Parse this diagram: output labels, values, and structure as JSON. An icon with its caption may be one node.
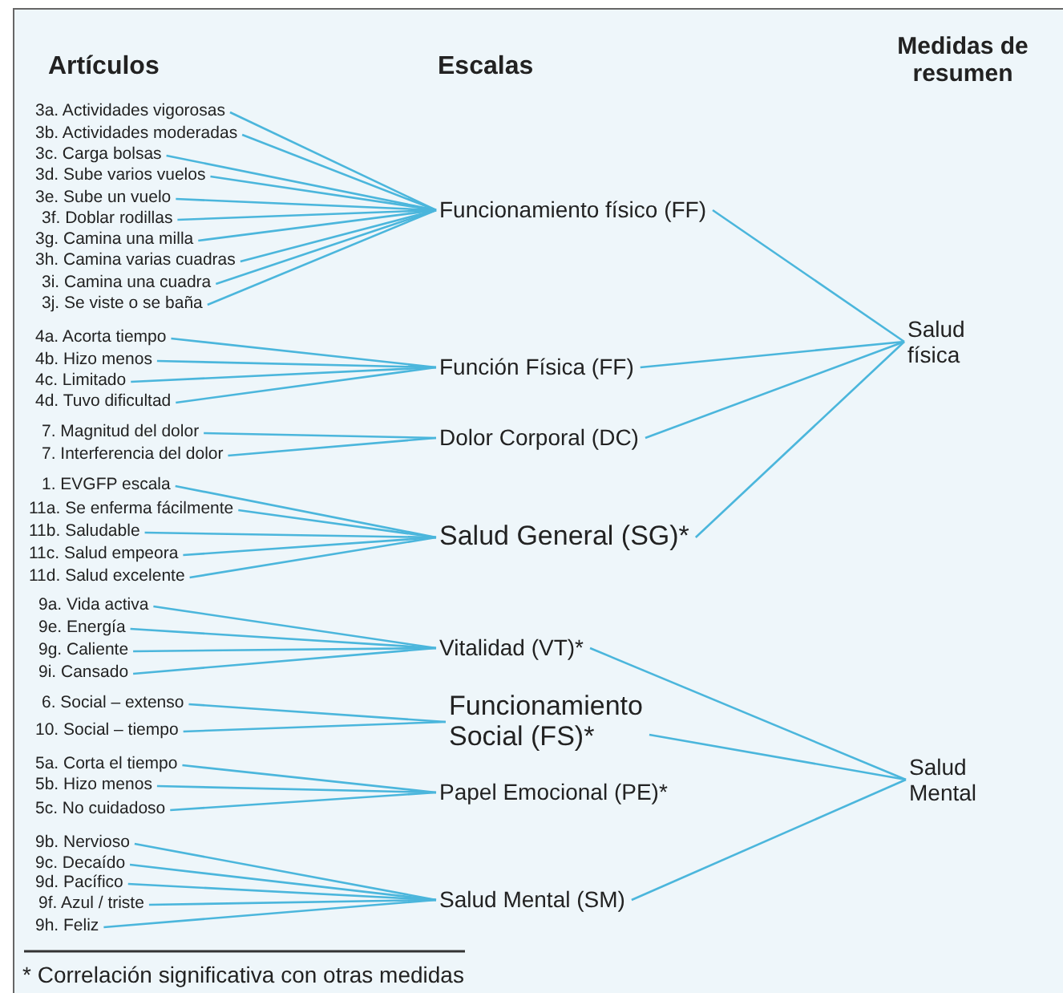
{
  "diagram": {
    "nodes": [
      {
        "text": [
          "3a. Actividades vigorosas"
        ]
      },
      {
        "text": [
          "3b. Actividades moderadas"
        ]
      },
      {
        "text": [
          "3c. Carga bolsas"
        ]
      },
      {
        "text": [
          "3d. Sube varios vuelos"
        ]
      },
      {
        "text": [
          "3e. Sube un vuelo"
        ]
      },
      {
        "text": [
          "3f. Doblar rodillas"
        ]
      },
      {
        "text": [
          "3g. Camina una milla"
        ]
      },
      {
        "text": [
          "3h. Camina varias cuadras"
        ]
      },
      {
        "text": [
          "3i. Camina una cuadra"
        ]
      },
      {
        "text": [
          "3j. Se viste o se baña"
        ]
      },
      {
        "text": [
          "4a. Acorta tiempo"
        ]
      },
      {
        "text": [
          "4b. Hizo menos"
        ]
      },
      {
        "text": [
          "4c. Limitado"
        ]
      },
      {
        "text": [
          "4d. Tuvo dificultad"
        ]
      },
      {
        "text": [
          "7. Magnitud del dolor"
        ]
      },
      {
        "text": [
          "7. Interferencia del dolor"
        ]
      },
      {
        "text": [
          "1. EVGFP escala"
        ]
      },
      {
        "text": [
          "11a. Se enferma fácilmente"
        ]
      },
      {
        "text": [
          "11b. Saludable"
        ]
      },
      {
        "text": [
          "11c. Salud empeora"
        ]
      },
      {
        "text": [
          "11d. Salud excelente"
        ]
      },
      {
        "text": [
          "9a. Vida activa"
        ]
      },
      {
        "text": [
          "9e. Energía"
        ]
      },
      {
        "text": [
          "9g. Caliente"
        ]
      },
      {
        "text": [
          "9i. Cansado"
        ]
      },
      {
        "text": [
          "6. Social – extenso"
        ]
      },
      {
        "text": [
          "10. Social – tiempo"
        ]
      },
      {
        "text": [
          "5a. Corta el tiempo"
        ]
      },
      {
        "text": [
          "5b. Hizo menos"
        ]
      },
      {
        "text": [
          "5c. No cuidadoso"
        ]
      },
      {
        "text": [
          "9b. Nervioso"
        ]
      },
      {
        "text": [
          "9c. Decaído"
        ]
      },
      {
        "text": [
          "9d. Pacífico"
        ]
      },
      {
        "text": [
          "9f. Azul / triste"
        ]
      },
      {
        "text": [
          "9h. Feliz"
        ]
      },
      {
        "text": [
          "Funcionamiento físico (FF)"
        ]
      },
      {
        "text": [
          "Función Física (FF)"
        ]
      },
      {
        "text": [
          "Dolor Corporal (DC)"
        ]
      },
      {
        "text": [
          "Salud General (SG)*"
        ]
      },
      {
        "text": [
          "Vitalidad (VT)*"
        ]
      },
      {
        "text": [
          "Funcionamiento Social (FS)*"
        ]
      },
      {
        "text": [
          "Papel Emocional (PE)*"
        ]
      },
      {
        "text": [
          "Salud Mental (SM)"
        ]
      },
      {
        "text": [
          "Salud física"
        ]
      },
      {
        "text": [
          "Salud Mental"
        ]
      }
    ],
    "edges": [
      {
        "from": 0,
        "to": 35,
        "arrow": "none"
      },
      {
        "from": 1,
        "to": 35,
        "arrow": "none"
      },
      {
        "from": 2,
        "to": 35,
        "arrow": "none"
      },
      {
        "from": 3,
        "to": 35,
        "arrow": "none"
      },
      {
        "from": 4,
        "to": 35,
        "arrow": "none"
      },
      {
        "from": 5,
        "to": 35,
        "arrow": "none"
      },
      {
        "from": 6,
        "to": 35,
        "arrow": "none"
      },
      {
        "from": 7,
        "to": 35,
        "arrow": "none"
      },
      {
        "from": 8,
        "to": 35,
        "arrow": "none"
      },
      {
        "from": 9,
        "to": 35,
        "arrow": "none"
      },
      {
        "from": 10,
        "to": 36,
        "arrow": "none"
      },
      {
        "from": 11,
        "to": 36,
        "arrow": "none"
      },
      {
        "from": 12,
        "to": 36,
        "arrow": "none"
      },
      {
        "from": 13,
        "to": 36,
        "arrow": "none"
      },
      {
        "from": 14,
        "to": 37,
        "arrow": "none"
      },
      {
        "from": 15,
        "to": 37,
        "arrow": "none"
      },
      {
        "from": 16,
        "to": 38,
        "arrow": "none"
      },
      {
        "from": 17,
        "to": 38,
        "arrow": "none"
      },
      {
        "from": 18,
        "to": 38,
        "arrow": "none"
      },
      {
        "from": 19,
        "to": 38,
        "arrow": "none"
      },
      {
        "from": 20,
        "to": 38,
        "arrow": "none"
      },
      {
        "from": 21,
        "to": 39,
        "arrow": "none"
      },
      {
        "from": 22,
        "to": 39,
        "arrow": "none"
      },
      {
        "from": 23,
        "to": 39,
        "arrow": "none"
      },
      {
        "from": 24,
        "to": 39,
        "arrow": "none"
      },
      {
        "from": 25,
        "to": 40,
        "arrow": "none"
      },
      {
        "from": 26,
        "to": 40,
        "arrow": "none"
      },
      {
        "from": 27,
        "to": 41,
        "arrow": "none"
      },
      {
        "from": 28,
        "to": 41,
        "arrow": "none"
      },
      {
        "from": 29,
        "to": 41,
        "arrow": "none"
      },
      {
        "from": 30,
        "to": 42,
        "arrow": "none"
      },
      {
        "from": 31,
        "to": 42,
        "arrow": "none"
      },
      {
        "from": 32,
        "to": 42,
        "arrow": "none"
      },
      {
        "from": 33,
        "to": 42,
        "arrow": "none"
      },
      {
        "from": 34,
        "to": 42,
        "arrow": "none"
      },
      {
        "from": 35,
        "to": 43,
        "arrow": "none"
      },
      {
        "from": 36,
        "to": 43,
        "arrow": "none"
      },
      {
        "from": 37,
        "to": 43,
        "arrow": "none"
      },
      {
        "from": 38,
        "to": 43,
        "arrow": "none"
      },
      {
        "from": 39,
        "to": 44,
        "arrow": "none"
      },
      {
        "from": 40,
        "to": 44,
        "arrow": "none"
      },
      {
        "from": 42,
        "to": 44,
        "arrow": "none"
      }
    ],
    "labels": [
      "Artículos",
      "Escalas",
      "Medidas de resumen",
      "* Correlación significativa con otras medidas"
    ]
  }
}
